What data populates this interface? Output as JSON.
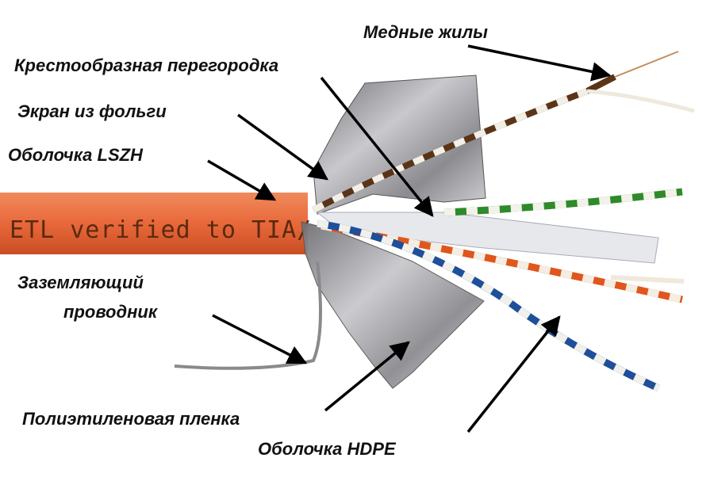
{
  "title": "Cable structure diagram",
  "cable_print": "ETL verified to TIA/",
  "labels": {
    "copper_wires": "Медные жилы",
    "cross_separator": "Крестообразная перегородка",
    "foil_shield": "Экран из фольги",
    "lszh_jacket": "Оболочка LSZH",
    "drain_wire_line1": "Заземляющий",
    "drain_wire_line2": "проводник",
    "pe_film": "Полиэтиленовая пленка",
    "hdpe_insulation": "Оболочка HDPE"
  },
  "colors": {
    "jacket": "#e8683a",
    "foil": "#a9a9ad",
    "pair_brown": "#5b3418",
    "pair_green": "#2f8a2a",
    "pair_orange": "#e0561c",
    "pair_blue": "#1f4f9a"
  }
}
